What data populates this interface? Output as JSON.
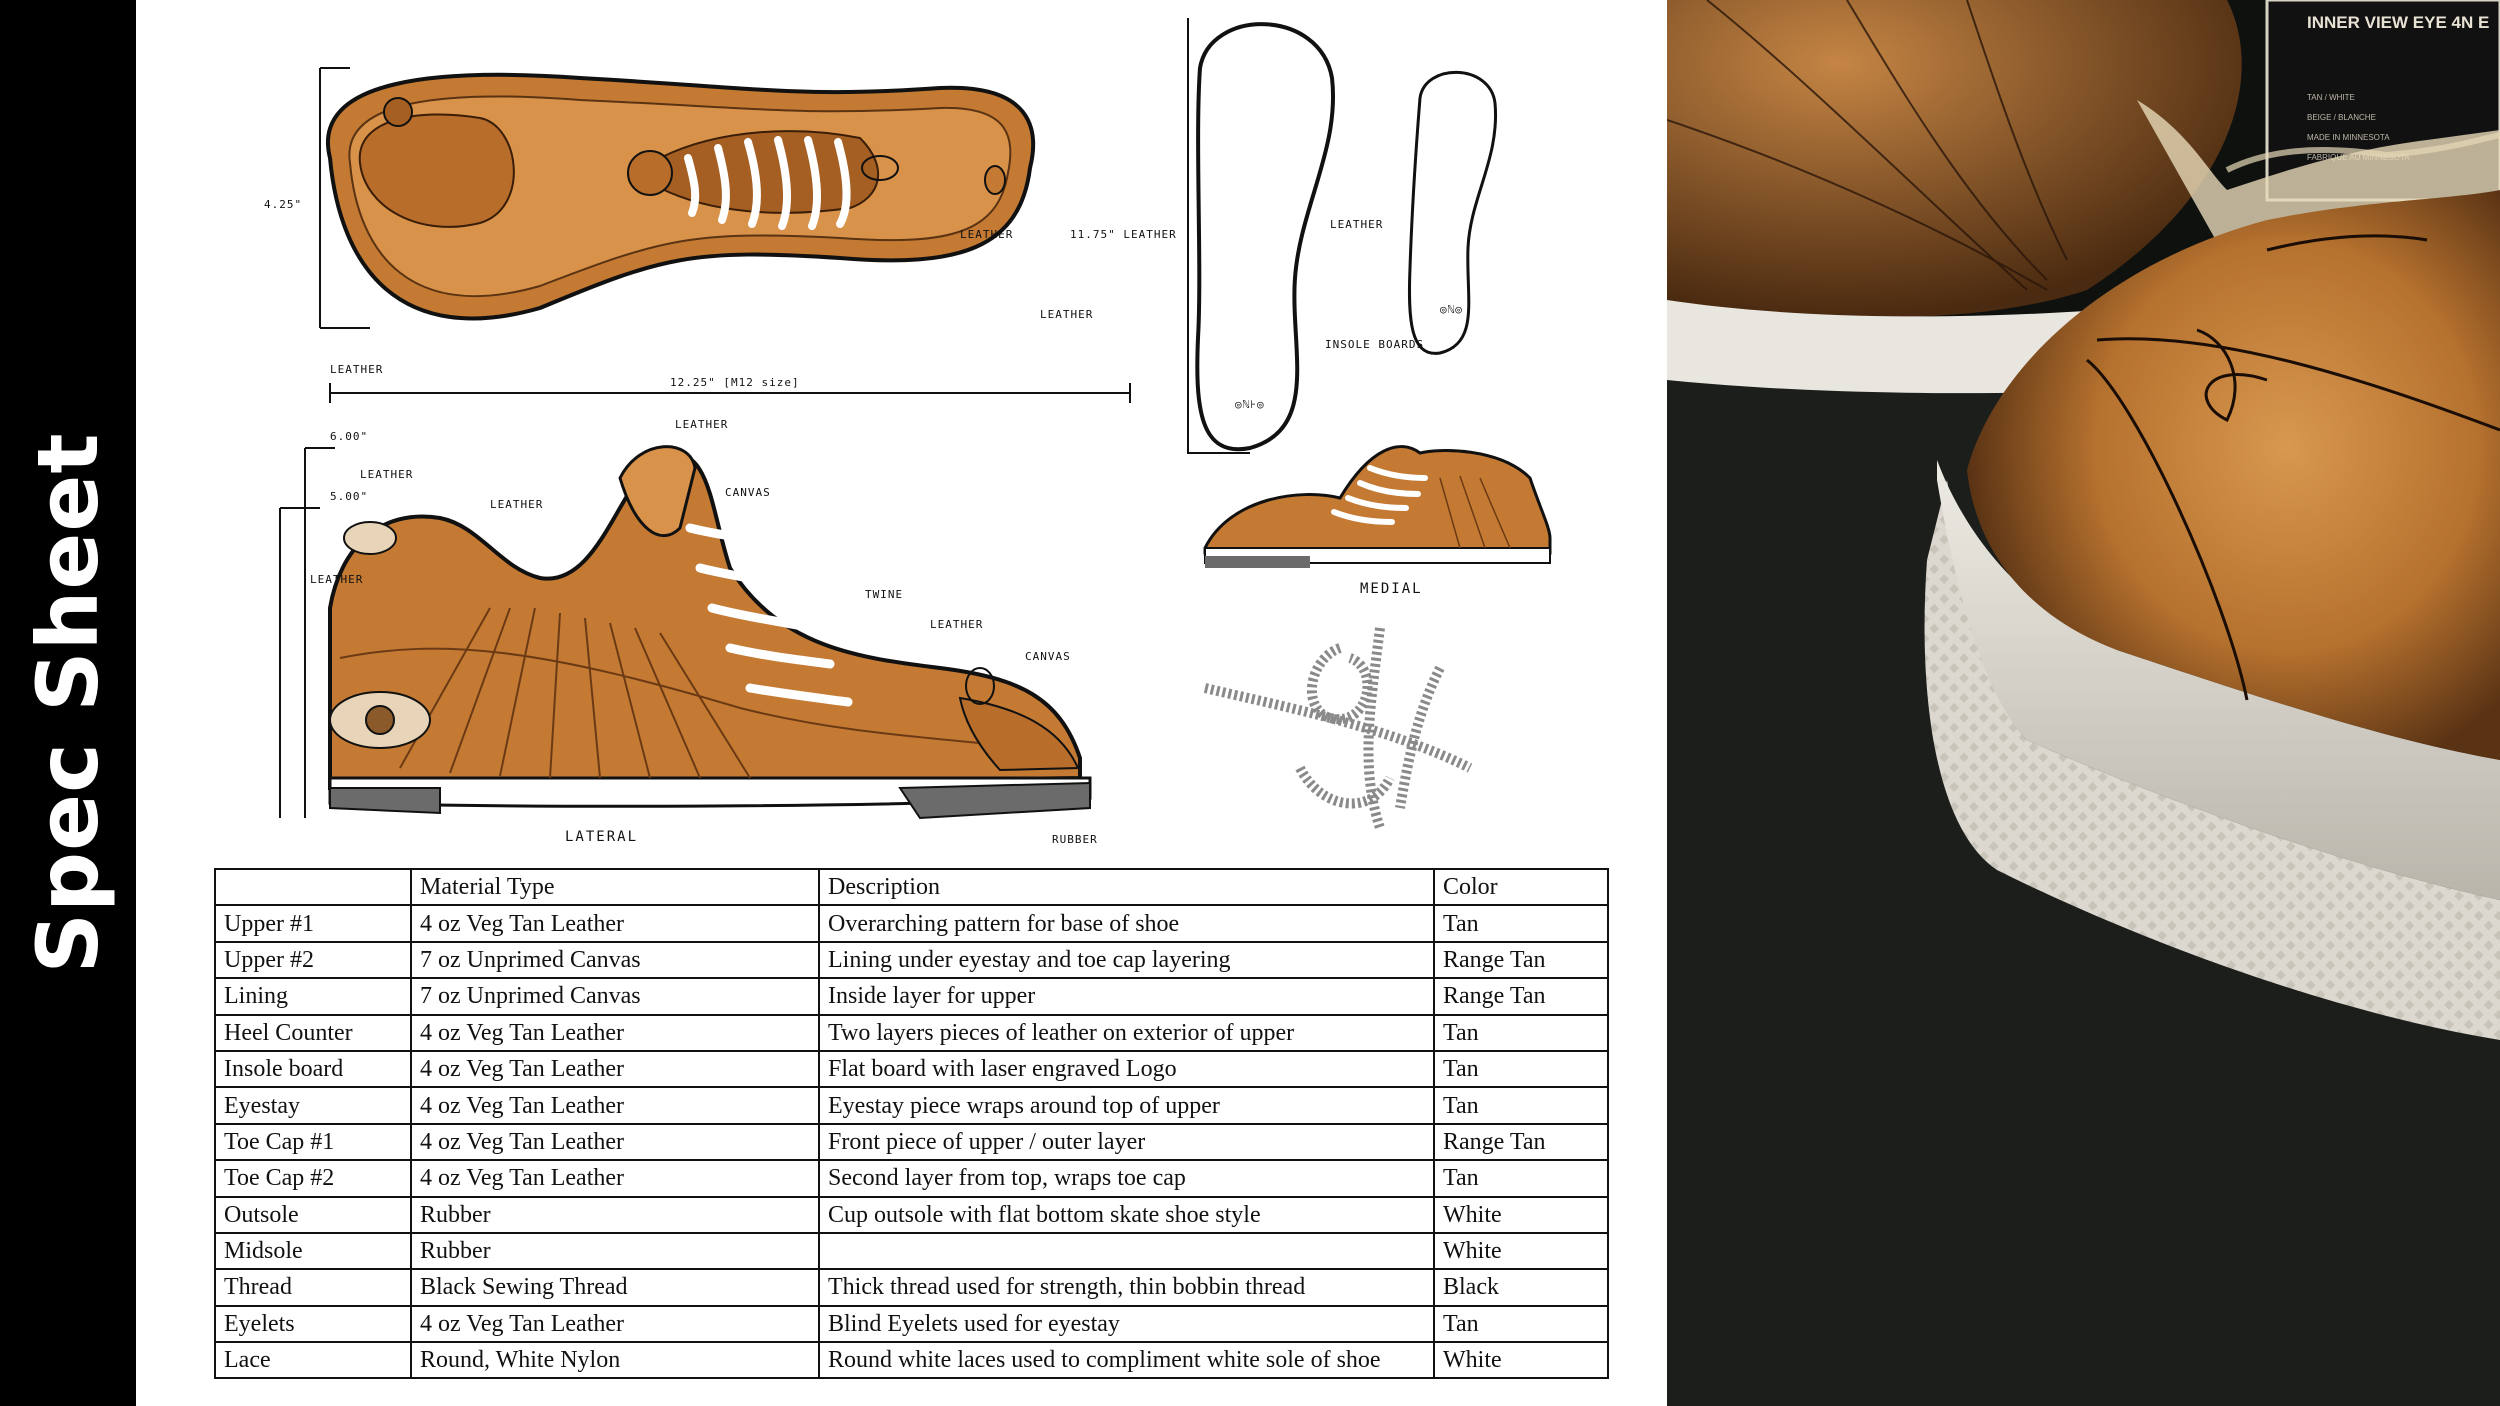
{
  "sidebar": {
    "title": "Spec Sheet"
  },
  "drawings": {
    "top_view_labels": [
      "4.25\"",
      "LEATHER",
      "LEATHER",
      "11.75\" LEATHER",
      "LEATHER",
      "12.25\" [M12 size]"
    ],
    "lateral_labels": [
      "6.00\"",
      "5.00\"",
      "LEATHER",
      "LEATHER",
      "LEATHER",
      "LEATHER",
      "CANVAS",
      "TWINE",
      "LEATHER",
      "CANVAS",
      "RUBBER"
    ],
    "lateral_title": "LATERAL",
    "insole_labels": [
      "LEATHER",
      "INSOLE BOARDS"
    ],
    "medial_title": "MEDIAL"
  },
  "photo": {
    "box_label": "INNER VIEW EYE 4N E",
    "box_small_text": [
      "TAN / WHITE",
      "BEIGE / BLANCHE",
      "MADE IN MINNESOTA",
      "FABRIQUÉ AU MINNESOTA"
    ]
  },
  "spec_table": {
    "headers": [
      "",
      "Material Type",
      "Description",
      "Color"
    ],
    "rows": [
      [
        "Upper #1",
        "4 oz Veg Tan Leather",
        "Overarching pattern for base of shoe",
        "Tan"
      ],
      [
        "Upper #2",
        "7 oz Unprimed Canvas",
        "Lining under eyestay and toe cap layering",
        "Range Tan"
      ],
      [
        "Lining",
        "7 oz Unprimed Canvas",
        "Inside layer for upper",
        "Range Tan"
      ],
      [
        "Heel Counter",
        "4 oz Veg Tan Leather",
        "Two layers pieces of leather on exterior of upper",
        "Tan"
      ],
      [
        "Insole board",
        "4 oz Veg Tan Leather",
        "Flat board with laser engraved Logo",
        "Tan"
      ],
      [
        "Eyestay",
        "4 oz Veg Tan Leather",
        "Eyestay piece wraps around top of upper",
        "Tan"
      ],
      [
        "Toe Cap #1",
        "4 oz Veg Tan Leather",
        "Front piece of upper / outer layer",
        "Range Tan"
      ],
      [
        "Toe Cap #2",
        "4 oz Veg Tan Leather",
        "Second layer from top, wraps toe cap",
        "Tan"
      ],
      [
        "Outsole",
        "Rubber",
        "Cup outsole with flat bottom skate shoe style",
        "White"
      ],
      [
        "Midsole",
        "Rubber",
        "",
        "White"
      ],
      [
        "Thread",
        "Black Sewing Thread",
        "Thick thread used for strength, thin bobbin thread",
        "Black"
      ],
      [
        "Eyelets",
        "4 oz Veg Tan Leather",
        "Blind Eyelets used for eyestay",
        "Tan"
      ],
      [
        "Lace",
        "Round, White Nylon",
        "Round white laces used to compliment white sole of shoe",
        "White"
      ]
    ]
  },
  "colors": {
    "leather": "#c9843d",
    "leather_dark": "#a8652a",
    "sidebar": "#000000",
    "rubber": "#6b6b6b"
  }
}
